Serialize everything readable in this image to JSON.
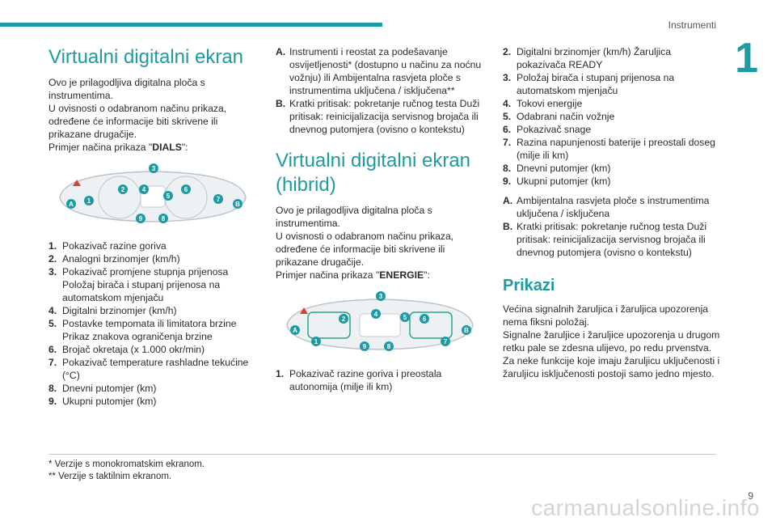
{
  "header": {
    "section": "Instrumenti",
    "chapter": "1"
  },
  "col1": {
    "title": "Virtualni digitalni ekran",
    "intro": [
      "Ovo je prilagodljiva digitalna ploča s instrumentima.",
      "U ovisnosti o odabranom načinu prikaza, određene će informacije biti skrivene ili prikazane drugačije."
    ],
    "example_prefix": "Primjer načina prikaza \"",
    "example_mode": "DIALS",
    "example_suffix": "\":",
    "figure_labels": [
      "A",
      "1",
      "2",
      "3",
      "4",
      "5",
      "6",
      "7",
      "B",
      "9",
      "8"
    ],
    "items": [
      {
        "n": "1.",
        "t": "Pokazivač razine goriva"
      },
      {
        "n": "2.",
        "t": "Analogni brzinomjer (km/h)"
      },
      {
        "n": "3.",
        "t": "Pokazivač promjene stupnja prijenosa Položaj birača i stupanj prijenosa na automatskom mjenjaču"
      },
      {
        "n": "4.",
        "t": "Digitalni brzinomjer (km/h)"
      },
      {
        "n": "5.",
        "t": "Postavke tempomata ili limitatora brzine Prikaz znakova ograničenja brzine"
      },
      {
        "n": "6.",
        "t": "Brojač okretaja (x 1.000 okr/min)"
      },
      {
        "n": "7.",
        "t": "Pokazivač temperature rashladne tekućine (°C)"
      },
      {
        "n": "8.",
        "t": "Dnevni putomjer (km)"
      },
      {
        "n": "9.",
        "t": "Ukupni putomjer (km)"
      }
    ]
  },
  "col2": {
    "items": [
      {
        "n": "A.",
        "t": "Instrumenti i reostat za podešavanje osvijetljenosti* (dostupno u načinu za noćnu vožnju) ili Ambijentalna rasvjeta ploče s instrumentima uključena / isključena**"
      },
      {
        "n": "B.",
        "t": "Kratki pritisak: pokretanje ručnog testa Duži pritisak: reinicijalizacija servisnog brojača ili dnevnog putomjera (ovisno o kontekstu)"
      }
    ],
    "title": "Virtualni digitalni ekran (hibrid)",
    "intro": [
      "Ovo je prilagodljiva digitalna ploča s instrumentima.",
      "U ovisnosti o odabranom načinu prikaza, određene će informacije biti skrivene ili prikazane drugačije."
    ],
    "example_prefix": "Primjer načina prikaza \"",
    "example_mode": "ENERGIE",
    "example_suffix": "\":",
    "figure_labels": [
      "A",
      "1",
      "2",
      "3",
      "4",
      "5",
      "6",
      "7",
      "B",
      "9",
      "8"
    ],
    "items2": [
      {
        "n": "1.",
        "t": "Pokazivač razine goriva i preostala autonomija (milje ili km)"
      }
    ]
  },
  "col3": {
    "items": [
      {
        "n": "2.",
        "t": "Digitalni brzinomjer (km/h) Žaruljica pokazivača READY"
      },
      {
        "n": "3.",
        "t": "Položaj birača i stupanj prijenosa na automatskom mjenjaču"
      },
      {
        "n": "4.",
        "t": "Tokovi energije"
      },
      {
        "n": "5.",
        "t": "Odabrani način vožnje"
      },
      {
        "n": "6.",
        "t": "Pokazivač snage"
      },
      {
        "n": "7.",
        "t": "Razina napunjenosti baterije i preostali doseg (milje ili km)"
      },
      {
        "n": "8.",
        "t": "Dnevni putomjer (km)"
      },
      {
        "n": "9.",
        "t": "Ukupni putomjer (km)"
      }
    ],
    "items_letters": [
      {
        "n": "A.",
        "t": "Ambijentalna rasvjeta ploče s instrumentima uključena / isključena"
      },
      {
        "n": "B.",
        "t": "Kratki pritisak: pokretanje ručnog testa Duži pritisak: reinicijalizacija servisnog brojača ili dnevnog putomjera (ovisno o kontekstu)"
      }
    ],
    "title": "Prikazi",
    "paragraphs": [
      "Većina signalnih žaruljica i žaruljica upozorenja nema fiksni položaj.",
      "Signalne žaruljice i žaruljice upozorenja u drugom retku pale se zdesna ulijevo, po redu prvenstva.",
      "Za neke funkcije koje imaju žaruljicu uključenosti i žaruljicu isključenosti postoji samo jedno mjesto."
    ]
  },
  "footnotes": [
    "* Verzije s monokromatskim ekranom.",
    "** Verzije s taktilnim ekranom."
  ],
  "page_number": "9",
  "watermark": "carmanualsonline.info",
  "colors": {
    "accent": "#1e9aa3",
    "text": "#2b2b2b"
  }
}
